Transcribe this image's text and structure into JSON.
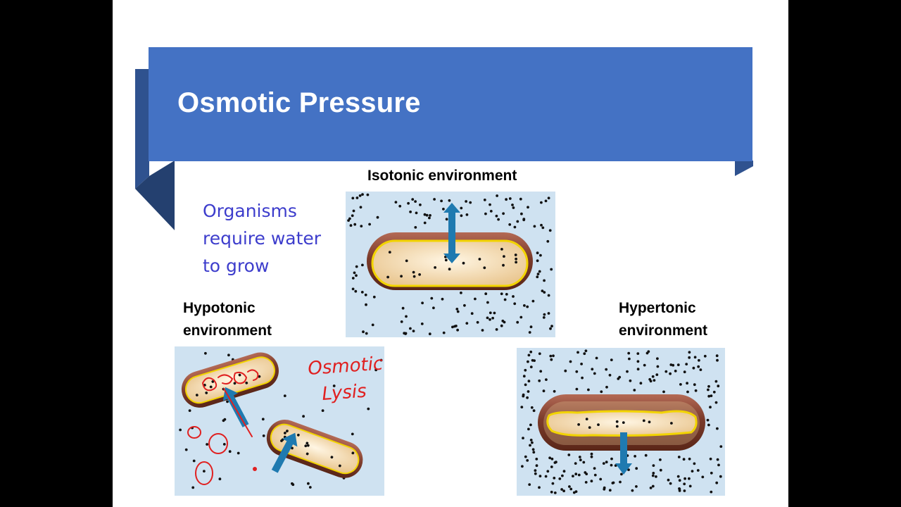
{
  "slide": {
    "title": "Osmotic Pressure",
    "bullet_lines": [
      "Organisms",
      "require water",
      "to grow"
    ]
  },
  "diagrams": {
    "isotonic": {
      "label": "Isotonic environment"
    },
    "hypotonic": {
      "label_lines": [
        "Hypotonic",
        "environment"
      ]
    },
    "hypertonic": {
      "label_lines": [
        "Hypertonic",
        "environment"
      ]
    }
  },
  "annotations": {
    "handwritten_lines": [
      "Osmotic",
      "Lysis"
    ],
    "ink_color": "#e02020"
  },
  "colors": {
    "banner": "#4472c4",
    "banner_shadow": "#2f528f",
    "medium": "#cfe2f1",
    "cell_wall": "#7a3a2a",
    "membrane": "#f2d400",
    "cytoplasm": "#f7e2b8",
    "arrow": "#1f7ab0",
    "bullet_text": "#3d3dcc"
  }
}
